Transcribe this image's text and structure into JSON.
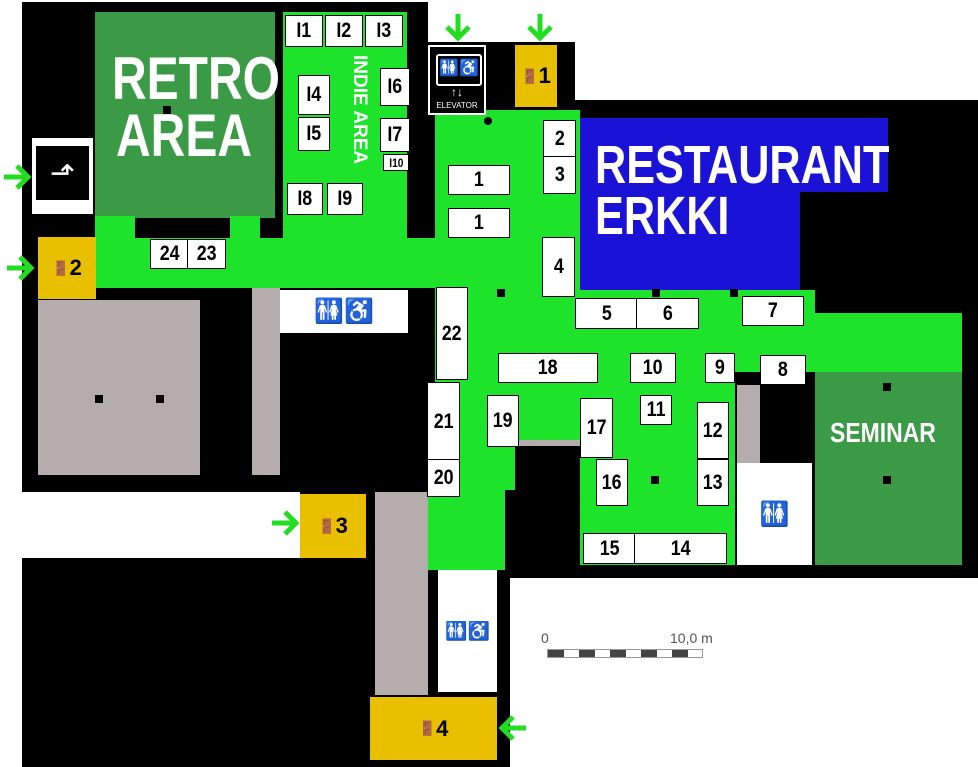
{
  "areas": {
    "retro": "RETRO\nAREA",
    "indie": "INDIE AREA",
    "restaurant": "RESTAURANT\nERKKI",
    "seminar": "SEMINAR"
  },
  "elevator_label": "ELEVATOR",
  "entrances": [
    "1",
    "2",
    "3",
    "4"
  ],
  "indie_rooms": [
    "I1",
    "I2",
    "I3",
    "I4",
    "I5",
    "I6",
    "I7",
    "I10",
    "I8",
    "I9"
  ],
  "rooms": [
    "24",
    "23",
    "1",
    "1",
    "2",
    "3",
    "4",
    "5",
    "6",
    "7",
    "22",
    "21",
    "20",
    "18",
    "10",
    "9",
    "8",
    "19",
    "11",
    "12",
    "13",
    "17",
    "16",
    "15",
    "14"
  ],
  "scale_bar": {
    "start": "0",
    "end": "10,0 m"
  },
  "colors": {
    "corridor": "#1de32b",
    "retro": "#3a9a45",
    "seminar": "#3a9a45",
    "restaurant": "#1a12d6",
    "entrance": "#e8c000",
    "service": "#b5adab",
    "arrow": "#22dd22"
  },
  "icons": [
    "stairs-up-icon",
    "elevator-icon",
    "accessible-toilet-icon",
    "door-icon",
    "entrance-arrow-icon"
  ]
}
